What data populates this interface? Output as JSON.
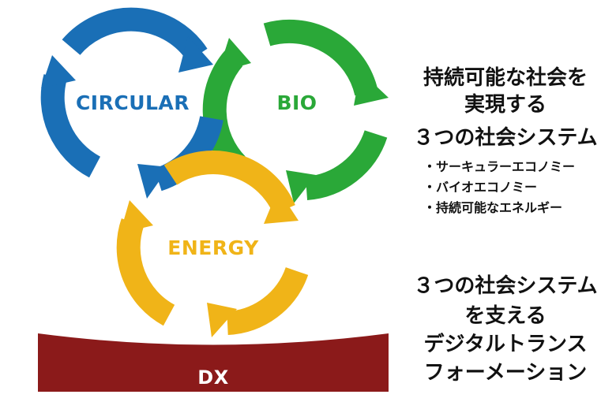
{
  "diagram": {
    "cycles": [
      {
        "id": "circular",
        "label": "CIRCULAR",
        "color": "#1a6fb6",
        "label_color": "#1a6fb6"
      },
      {
        "id": "bio",
        "label": "BIO",
        "color": "#2aa838",
        "label_color": "#2aa838"
      },
      {
        "id": "energy",
        "label": "ENERGY",
        "color": "#f0b418",
        "label_color": "#f0b418"
      }
    ],
    "base": {
      "label": "DX",
      "color": "#8b1a1a",
      "label_color": "#ffffff"
    }
  },
  "text": {
    "heading1": [
      "持続可能な社会を",
      "実現する",
      "３つの社会システム"
    ],
    "bullets": [
      "・サーキュラーエコノミー",
      "・バイオエコノミー",
      "・持続可能なエネルギー"
    ],
    "heading2": [
      "３つの社会システム",
      "を支える",
      "デジタルトランス",
      "フォーメーション"
    ]
  }
}
